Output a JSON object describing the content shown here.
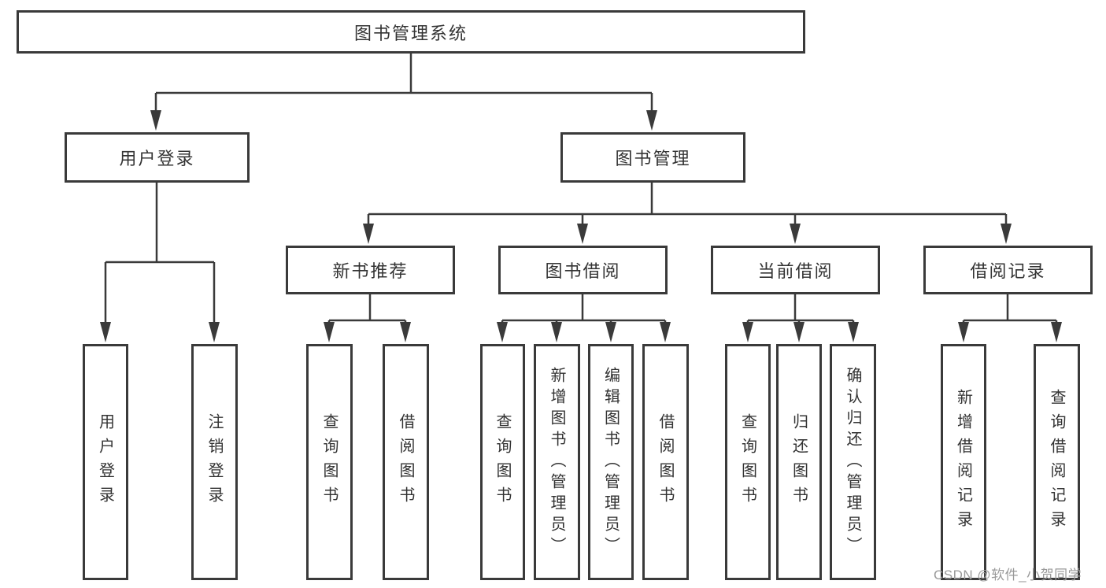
{
  "title": "图书管理系统",
  "colors": {
    "line": "#3a3a3a",
    "text": "#333333",
    "background": "#ffffff",
    "watermark": "#9a9a9a"
  },
  "watermark": {
    "text": "CSDN @软件_小贺同学"
  },
  "tree": {
    "label": "图书管理系统",
    "children": [
      {
        "label": "用户登录",
        "children": [
          {
            "label": "用户登录"
          },
          {
            "label": "注销登录"
          }
        ]
      },
      {
        "label": "图书管理",
        "children": [
          {
            "label": "新书推荐",
            "children": [
              {
                "label": "查询图书"
              },
              {
                "label": "借阅图书"
              }
            ]
          },
          {
            "label": "图书借阅",
            "children": [
              {
                "label": "查询图书"
              },
              {
                "label": "新增图书（管理员）"
              },
              {
                "label": "编辑图书（管理员）"
              },
              {
                "label": "借阅图书"
              }
            ]
          },
          {
            "label": "当前借阅",
            "children": [
              {
                "label": "查询图书"
              },
              {
                "label": "归还图书"
              },
              {
                "label": "确认归还（管理员）"
              }
            ]
          },
          {
            "label": "借阅记录",
            "children": [
              {
                "label": "新增借阅记录"
              },
              {
                "label": "查询借阅记录"
              }
            ]
          }
        ]
      }
    ]
  }
}
